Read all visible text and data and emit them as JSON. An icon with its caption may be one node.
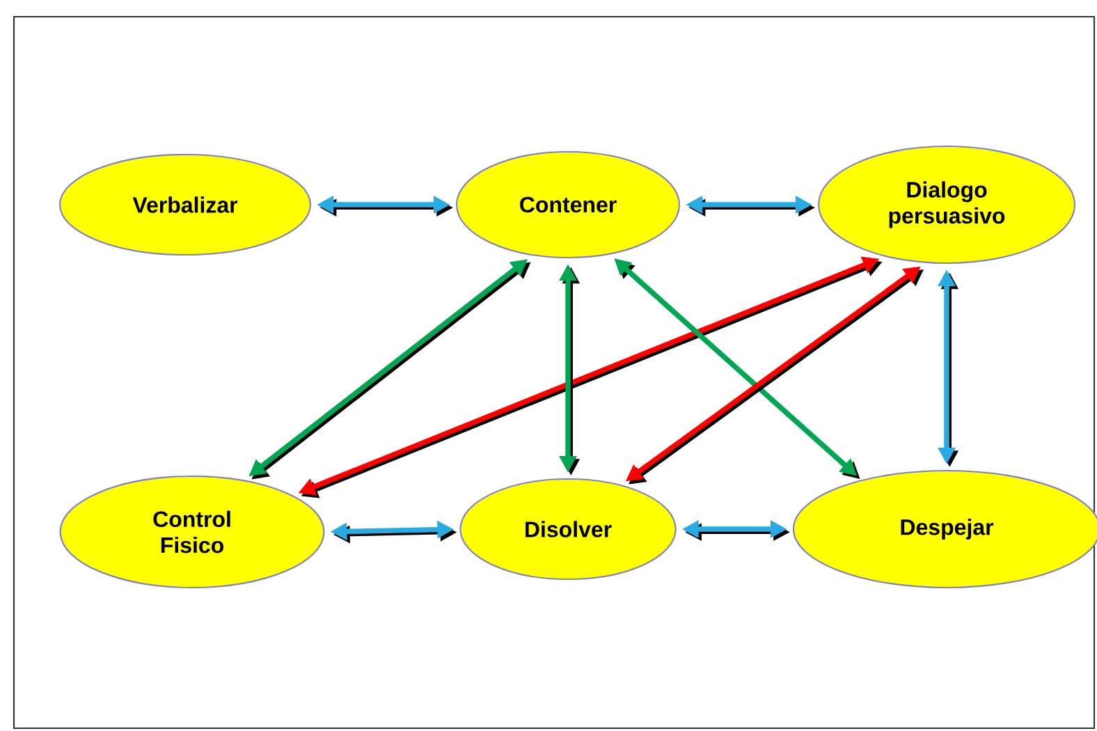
{
  "diagram": {
    "nodes": [
      {
        "text": [
          "Verbalizar"
        ]
      },
      {
        "text": [
          "Contener"
        ]
      },
      {
        "text": [
          "Dialogo persuasivo"
        ]
      },
      {
        "text": [
          "Control Fisico"
        ]
      },
      {
        "text": [
          "Disolver"
        ]
      },
      {
        "text": [
          "Despejar"
        ]
      }
    ],
    "edges": [
      {
        "from": 0,
        "to": 1,
        "arrow": "both"
      },
      {
        "from": 1,
        "to": 2,
        "arrow": "both"
      },
      {
        "from": 1,
        "to": 3,
        "arrow": "both",
        "color": "#00a651"
      },
      {
        "from": 2,
        "to": 3,
        "arrow": "both",
        "color": "#ff0000"
      },
      {
        "from": 1,
        "to": 4,
        "arrow": "both",
        "color": "#00a651"
      },
      {
        "from": 1,
        "to": 5,
        "arrow": "both",
        "color": "#00a651"
      },
      {
        "from": 2,
        "to": 4,
        "arrow": "both",
        "color": "#ff0000"
      },
      {
        "from": 2,
        "to": 5,
        "arrow": "both"
      },
      {
        "from": 3,
        "to": 4,
        "arrow": "both"
      },
      {
        "from": 4,
        "to": 5,
        "arrow": "both"
      }
    ]
  }
}
